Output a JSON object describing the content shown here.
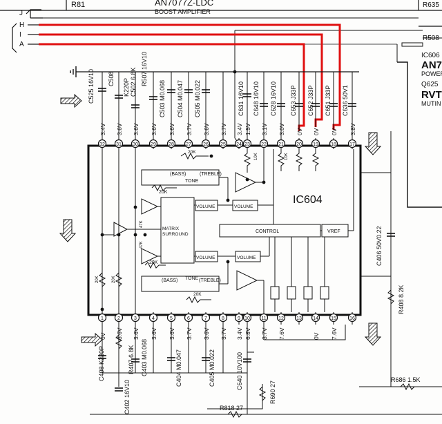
{
  "header": {
    "chip_part": "AN7077Z-LDC",
    "chip_subtitle": "BOOST AMPLIFIER",
    "ref_r81": "R81",
    "ref_r635": "R635",
    "ref_r508": "R508",
    "ic606": "IC606",
    "an7": "AN7",
    "power": "POWER",
    "q625": "Q625",
    "rvt": "RVT",
    "mutin": "MUTIN"
  },
  "connectors": [
    "J",
    "H",
    "I",
    "A"
  ],
  "ic": {
    "name": "IC604",
    "blocks": {
      "tone_top": "TONE",
      "bass_top": "(BASS)",
      "treble_top": "(TREBLE)",
      "tone_bottom": "TONE",
      "bass_bottom": "(BASS)",
      "treble_bottom": "(TREBLE)",
      "volume": "VOLUME",
      "matrix": "MATRIX",
      "surround": "SURROUND",
      "control": "CONTROL",
      "vref": "VREF",
      "r20k": "20K",
      "r47k": "47K",
      "r10k": "10K"
    },
    "top_pins": [
      "32",
      "31",
      "30",
      "29",
      "28",
      "27",
      "26",
      "25",
      "24",
      "23",
      "22",
      "21",
      "20",
      "19",
      "18",
      "17"
    ],
    "bottom_pins": [
      "1",
      "2",
      "3",
      "4",
      "5",
      "6",
      "7",
      "8",
      "9",
      "10",
      "11",
      "12",
      "13",
      "14",
      "15",
      "16"
    ],
    "top_voltages": [
      "3.4V",
      "3.6V",
      "3.6V",
      "3.6V",
      "3.6V",
      "3.7V",
      "3.6V",
      "3.7V",
      "3.4V",
      "1.5V",
      "3.1V",
      "3.0V",
      "0V",
      "0V",
      "0V",
      "3.8V"
    ],
    "bottom_voltages": [
      "0V",
      "3.6V",
      "3.6V",
      "3.6V",
      "3.6V",
      "3.7V",
      "3.6V",
      "3.7V",
      "3.4V",
      "6.8V",
      "3.7V",
      "7.6V",
      "",
      "0V",
      "7.6V",
      ""
    ]
  },
  "top_components": [
    "C525 16V10",
    "C508",
    "K220P",
    "C502 6.8K",
    "R507 16V10",
    "C503 M0.068",
    "C504 M0.047",
    "C505 M0.022",
    "C631 16V10",
    "C648 16V10",
    "C628 16V10",
    "C653 J33P",
    "C652 J33P",
    "C651 J33P",
    "C636 50V1"
  ],
  "bottom_components": [
    "C408 K220P",
    "R407 6.8K",
    "C403 M0.068",
    "C404 M0.047",
    "C405 M0.022",
    "C640 10V100",
    "R690 27",
    "C402 16V10",
    "R818 27",
    "R686 1.5K"
  ],
  "side_components": [
    "C406 50V0.22",
    "R408 8.2K",
    "20K",
    "20K"
  ],
  "colors": {
    "signal_trace": "#e01010",
    "ink": "#111111"
  }
}
